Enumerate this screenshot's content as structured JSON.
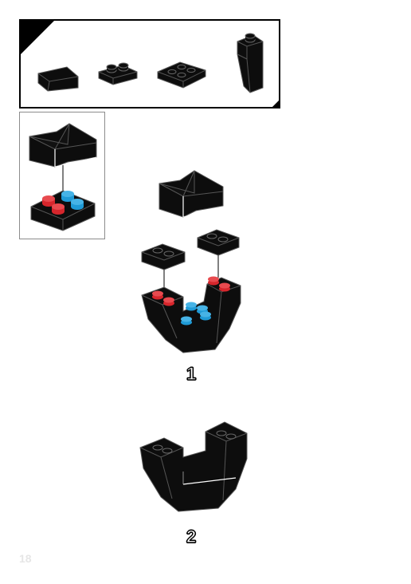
{
  "steps": [
    {
      "number": "1"
    },
    {
      "number": "2"
    }
  ],
  "page": {
    "number": "18"
  },
  "colors": {
    "brick": "#0d0d0d",
    "brick_edge": "#4d4d4d",
    "highlight": "#ffffff",
    "stud_red": "#d6262c",
    "stud_blue": "#1f9ad6",
    "frame": "#000000",
    "sub_frame": "#8c8c8c"
  },
  "parts_list": [
    {
      "name": "slope-brick",
      "icon": "slope-icon"
    },
    {
      "name": "plate-1x2",
      "icon": "plate-1x2-icon"
    },
    {
      "name": "plate-2x2-jumper",
      "icon": "plate-2x2-icon"
    },
    {
      "name": "slope-inverted",
      "icon": "inverted-slope-icon"
    }
  ]
}
